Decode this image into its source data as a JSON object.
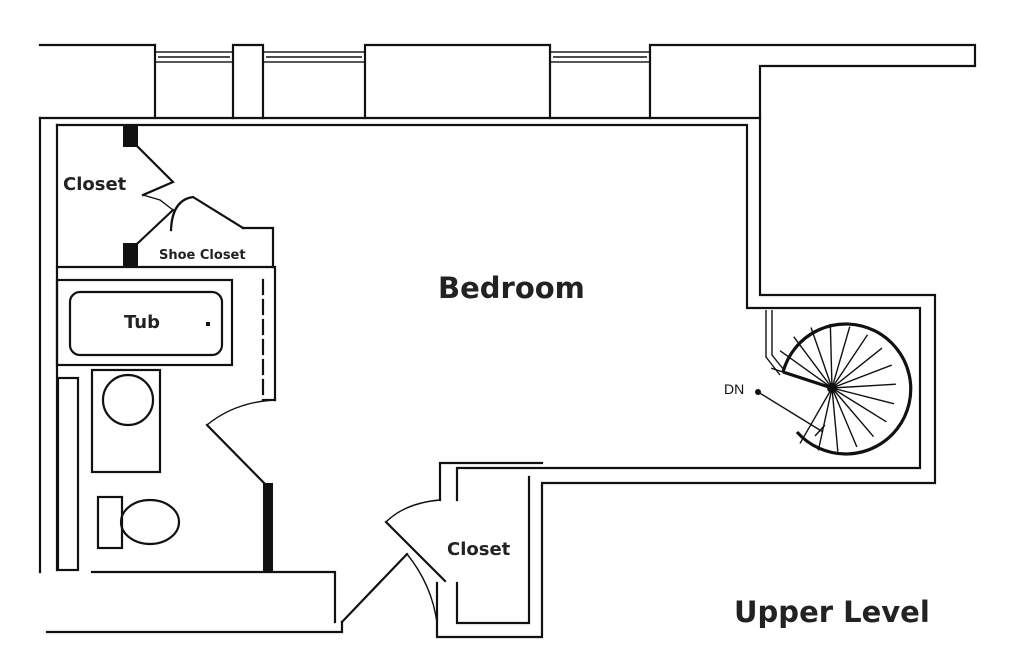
{
  "title": "Upper Level",
  "rooms": {
    "bedroom": "Bedroom",
    "closet_top": "Closet",
    "shoe_closet": "Shoe Closet",
    "tub": "Tub",
    "closet_bottom": "Closet"
  },
  "stair": {
    "label": "DN",
    "treads": 16
  },
  "colors": {
    "line": "#111111",
    "background": "#ffffff"
  }
}
